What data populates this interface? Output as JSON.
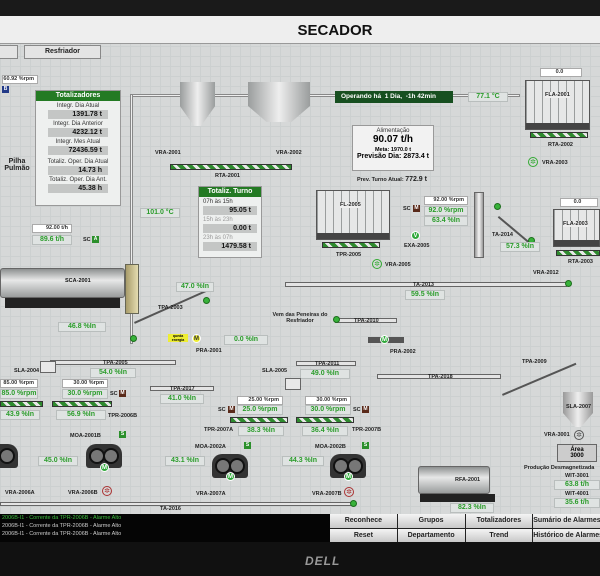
{
  "header": {
    "title": "SECADOR",
    "tabs": [
      "Resfriador"
    ],
    "speed_top": "60.92 %rpm",
    "badge": "B"
  },
  "totalizadores": {
    "title": "Totalizadores",
    "items": [
      {
        "label": "Integr. Dia Atual",
        "value": "1391.78 t"
      },
      {
        "label": "Integr. Dia Anterior",
        "value": "4232.12 t"
      },
      {
        "label": "Integr. Mes Atual",
        "value": "72436.59 t"
      },
      {
        "label": "Totaliz. Oper. Dia Atual",
        "value": "14.73 h"
      },
      {
        "label": "Totaliz. Oper. Dia Ant.",
        "value": "45.38 h"
      }
    ]
  },
  "pilha": "Pilha Pulmão",
  "turno": {
    "title": "Totaliz. Turno",
    "items": [
      {
        "label": "07h às 15h",
        "value": "95.05 t"
      },
      {
        "label": "15h às 23h",
        "value": "0.00 t"
      },
      {
        "label": "23h às 07h",
        "value": "1479.58 t"
      }
    ]
  },
  "operando": {
    "label": "Operando há",
    "days": "1 Dia,",
    "time": "-1h 42min"
  },
  "temps": {
    "t1": "77.1 °C",
    "t2": "101.0 °C"
  },
  "alimentacao": {
    "label": "Alimentação",
    "value": "90.07 t/h",
    "meta_label": "Meta:",
    "meta": "1970.0 t",
    "prev_label": "Previsão Dia:",
    "prev": "2873.4 t",
    "turno_label": "Prev. Turno Atual:",
    "turno": "772.9 t"
  },
  "equip": {
    "vra2001": "VRA-2001",
    "vra2002": "VRA-2002",
    "rta2001": "RTA-2001",
    "fla2001": "FLA-2001",
    "fla2001_val": "0.0",
    "rta2002": "RTA-2002",
    "vra2003": "VRA-2003",
    "fl2005": "FL-2005",
    "tpr2005": "TPR-2005",
    "exa2005": "EXA-2005",
    "sc": "SC",
    "m": "M",
    "a": "A",
    "s": "S",
    "exa_sp": "92.00 %rpm",
    "exa_pv": "92.0 %rpm",
    "exa_in": "63.4 %In",
    "ta2014": "TA-2014",
    "ta2014_in": "57.3 %In",
    "fla2003": "FLA-2003",
    "fla2003_val": "0.0",
    "rta2003": "RTA-2003",
    "vra2012": "VRA-2012",
    "vra2005": "VRA-2005",
    "ta2013": "TA-2013",
    "ta2013_in": "59.5 %In",
    "feed_sp": "92.00 t/h",
    "feed_pv": "89.6 t/h",
    "sca2001": "SCA-2001",
    "sca2001_in": "46.8 %In",
    "tpa2003": "TPA-2003",
    "tpa2003_in": "47.0 %In",
    "pra2001": "PRA-2001",
    "pra2001_in": "0.0 %In",
    "pra_tag": "queda energia",
    "vem_peneiras": "Vem das Peneiras do Resfriador",
    "tpa2010": "TPA-2010",
    "pra2002": "PRA-2002",
    "tpa2005": "TPA-2005",
    "tpa2005_in": "54.0 %In",
    "sla2004": "SLA-2004",
    "tpa2011": "TPA-2011",
    "tpa2011_in": "49.0 %In",
    "sla2005": "SLA-2005",
    "tpa2017": "TPA-2017",
    "tpa2017_in": "41.0 %In",
    "tpa2018": "TPA-2018",
    "tpa2009": "TPA-2009",
    "sla2007": "SLA-2007",
    "vra3001": "VRA-3001",
    "area": "Área 3000",
    "producao": "Produção Desmagnetizada",
    "wit3001": "WIT-3001",
    "wit3001_val": "63.8 t/h",
    "wit4001": "WIT-4001",
    "wit4001_val": "35.6 t/h",
    "f1_sp": "85.00 %rpm",
    "f1_pv": "85.0 %rpm",
    "f1_in": "43.9 %In",
    "f2_sp": "30.00 %rpm",
    "f2_pv": "30.0 %rpm",
    "f2_in": "56.9 %In",
    "tpr2006b": "TPR-2006B",
    "moa2001b": "MOA-2001B",
    "moa2001b_in": "45.0 %In",
    "vra2006a": "VRA-2006A",
    "vra2006b": "VRA-2006B",
    "tpr2007a": "TPR-2007A",
    "f3_sp": "25.00 %rpm",
    "f3_pv": "25.0 %rpm",
    "f3_in": "38.3 %In",
    "moa2002a": "MOA-2002A",
    "moa2002a_in": "43.1 %In",
    "vra2007a": "VRA-2007A",
    "tpr2007b": "TPR-2007B",
    "f4_sp": "30.00 %rpm",
    "f4_pv": "30.0 %rpm",
    "f4_in": "36.4 %In",
    "moa2002b": "MOA-2002B",
    "moa2002b_in": "44.3 %In",
    "vra2007b": "VRA-2007B",
    "ta2016": "TA-2016",
    "rfa2001": "RFA-2001",
    "rfa2001_in": "82.3 %In"
  },
  "alarms": [
    "2006B-I1 - Corrente da TPR-2006B - Alarme Alto",
    "2006B-I1 - Corrente da TPR-2006B - Alarme Alto",
    "2006B-I1 - Corrente da TPR-2006B - Alarme Alto"
  ],
  "buttons": [
    "Reconhece",
    "Grupos",
    "Totalizadores",
    "Sumário de Alarmes",
    "Reset",
    "Departamento",
    "Trend",
    "Histórico de Alarmes"
  ],
  "monitor_brand": "DELL"
}
